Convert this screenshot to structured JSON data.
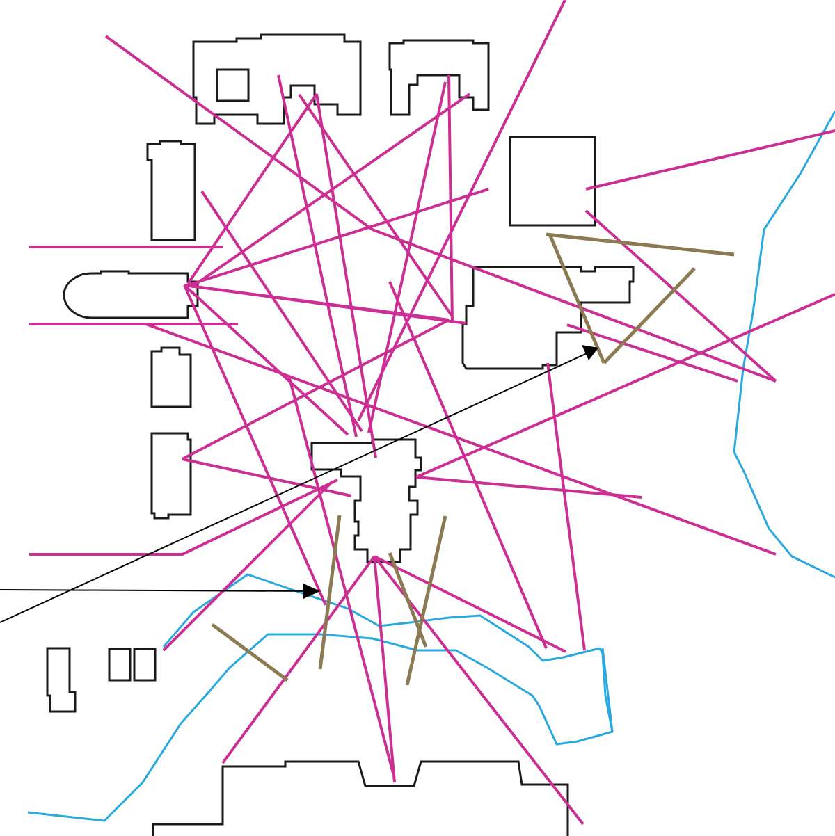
{
  "colors": {
    "background": "#ffffff",
    "building_outline": "#1a1a1a",
    "sightline": "#cc2f93",
    "barrier": "#8c7b52",
    "water": "#29a9e0",
    "arrow": "#000000"
  },
  "legend_items": [
    "building-outline",
    "sightline",
    "obstruction",
    "watercourse",
    "direction-arrow"
  ]
}
